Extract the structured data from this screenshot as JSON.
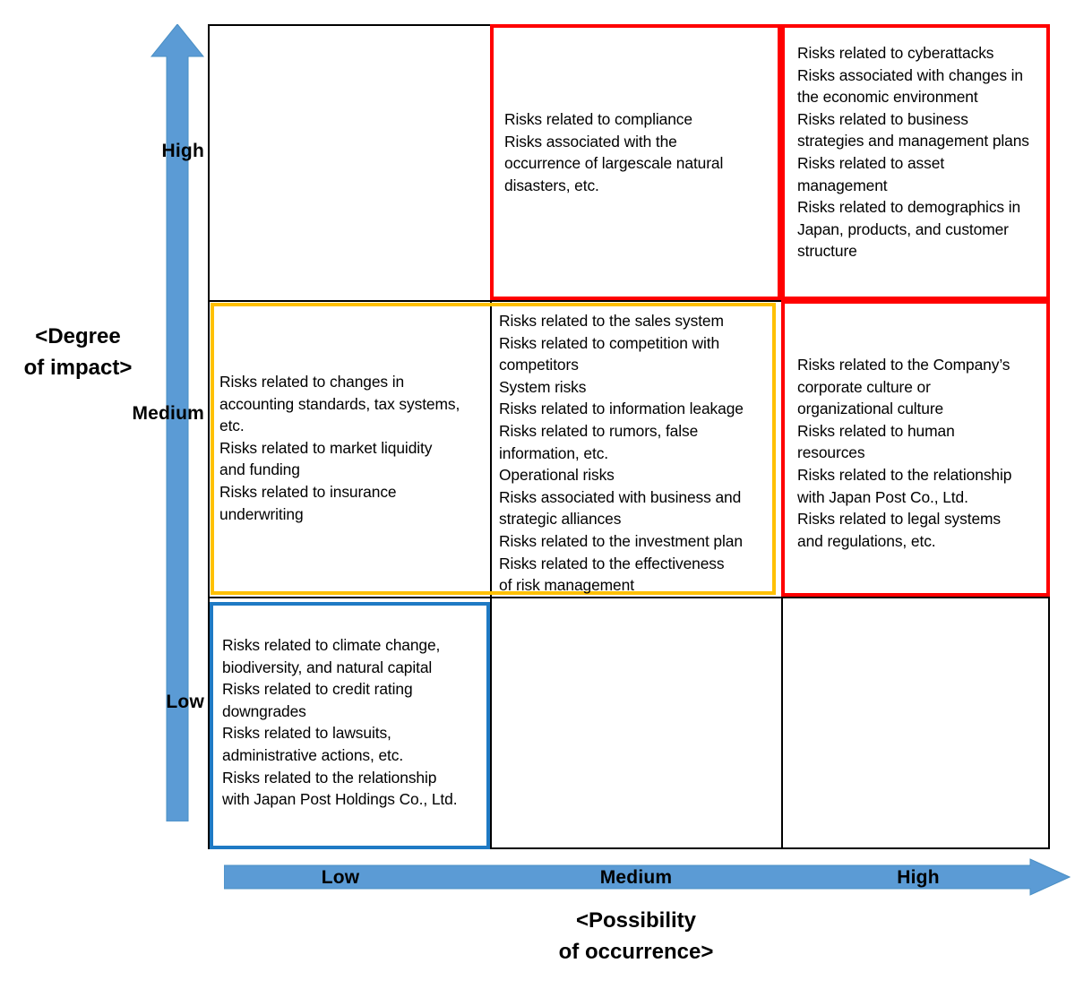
{
  "matrix": {
    "y_axis": {
      "title": "<Degree\nof impact>",
      "ticks": {
        "high": "High",
        "medium": "Medium",
        "low": "Low"
      },
      "arrow_color": "#5b9bd5"
    },
    "x_axis": {
      "title": "<Possibility\nof occurrence>",
      "ticks": {
        "low": "Low",
        "medium": "Medium",
        "high": "High"
      },
      "arrow_color": "#5b9bd5"
    },
    "colors": {
      "high_risk_border": "#ff0000",
      "medium_risk_border": "#ffc000",
      "low_risk_border": "#1f7ac4",
      "grid_line": "#000000"
    },
    "cells": {
      "high_impact_high_probability": {
        "impact": "High",
        "probability": "High",
        "severity": "high",
        "border_color": "#ff0000",
        "items": [
          "Risks related to cyberattacks",
          "Risks associated with changes in the economic environment",
          "Risks related to business strategies and management plans",
          "Risks related to asset management",
          "Risks related to demographics in Japan, products, and customer structure"
        ],
        "text": "Risks related to cyberattacks\nRisks associated with changes in\nthe economic environment\nRisks related to business\nstrategies and management plans\nRisks related to asset\nmanagement\nRisks related to demographics in\nJapan, products, and customer\nstructure"
      },
      "high_impact_medium_probability": {
        "impact": "High",
        "probability": "Medium",
        "severity": "high",
        "border_color": "#ff0000",
        "items": [
          "Risks related to compliance",
          "Risks associated with the occurrence of largescale natural disasters, etc."
        ],
        "text": "Risks related to compliance\nRisks associated with the\noccurrence of largescale natural\ndisasters, etc."
      },
      "medium_impact_medium_probability": {
        "impact": "Medium",
        "probability": "Medium",
        "severity": "medium",
        "border_color": "#ffc000",
        "items": [
          "Risks related to the sales system",
          "Risks related to competition with competitors",
          "System risks",
          "Risks related to information leakage",
          "Risks related to rumors, false information, etc.",
          "Operational risks",
          "Risks associated with business and strategic alliances",
          "Risks related to the investment plan",
          "Risks related to the effectiveness of risk management"
        ],
        "text": "Risks related to the sales system\nRisks related to competition with\ncompetitors\nSystem risks\nRisks related to information leakage\nRisks related to rumors, false\ninformation, etc.\nOperational risks\nRisks associated with business and\nstrategic alliances\nRisks related to the investment plan\nRisks related to the effectiveness\nof risk management"
      },
      "medium_impact_low_probability": {
        "impact": "Medium",
        "probability": "Low",
        "severity": "medium",
        "border_color": "#ffc000",
        "items": [
          "Risks related to changes in accounting standards, tax systems, etc.",
          "Risks related to market liquidity and funding",
          "Risks related to insurance underwriting"
        ],
        "text": "Risks related to changes in\naccounting standards, tax systems,\netc.\nRisks related to market liquidity\nand funding\nRisks related to insurance\nunderwriting"
      },
      "medium_impact_high_probability": {
        "impact": "Medium",
        "probability": "High",
        "severity": "high",
        "border_color": "#ff0000",
        "items": [
          "Risks related to the Company’s corporate culture or organizational culture",
          "Risks related to human resources",
          "Risks related to the relationship with Japan Post Co., Ltd.",
          "Risks related to legal systems and regulations, etc."
        ],
        "text": "Risks related to the Company’s\ncorporate culture or\norganizational culture\nRisks related to human\nresources\nRisks related to the relationship\nwith Japan Post Co., Ltd.\nRisks related to legal systems\nand regulations, etc."
      },
      "low_impact_low_probability": {
        "impact": "Low",
        "probability": "Low",
        "severity": "low",
        "border_color": "#1f7ac4",
        "items": [
          "Risks related to climate change, biodiversity, and natural capital",
          "Risks related to credit rating downgrades",
          "Risks related to lawsuits, administrative actions, etc.",
          "Risks related to the relationship with Japan Post Holdings Co., Ltd."
        ],
        "text": "Risks related to climate change,\nbiodiversity, and natural capital\nRisks related to credit rating\ndowngrades\nRisks related to lawsuits,\nadministrative actions, etc.\nRisks related to the relationship\nwith Japan Post Holdings Co., Ltd."
      }
    }
  }
}
